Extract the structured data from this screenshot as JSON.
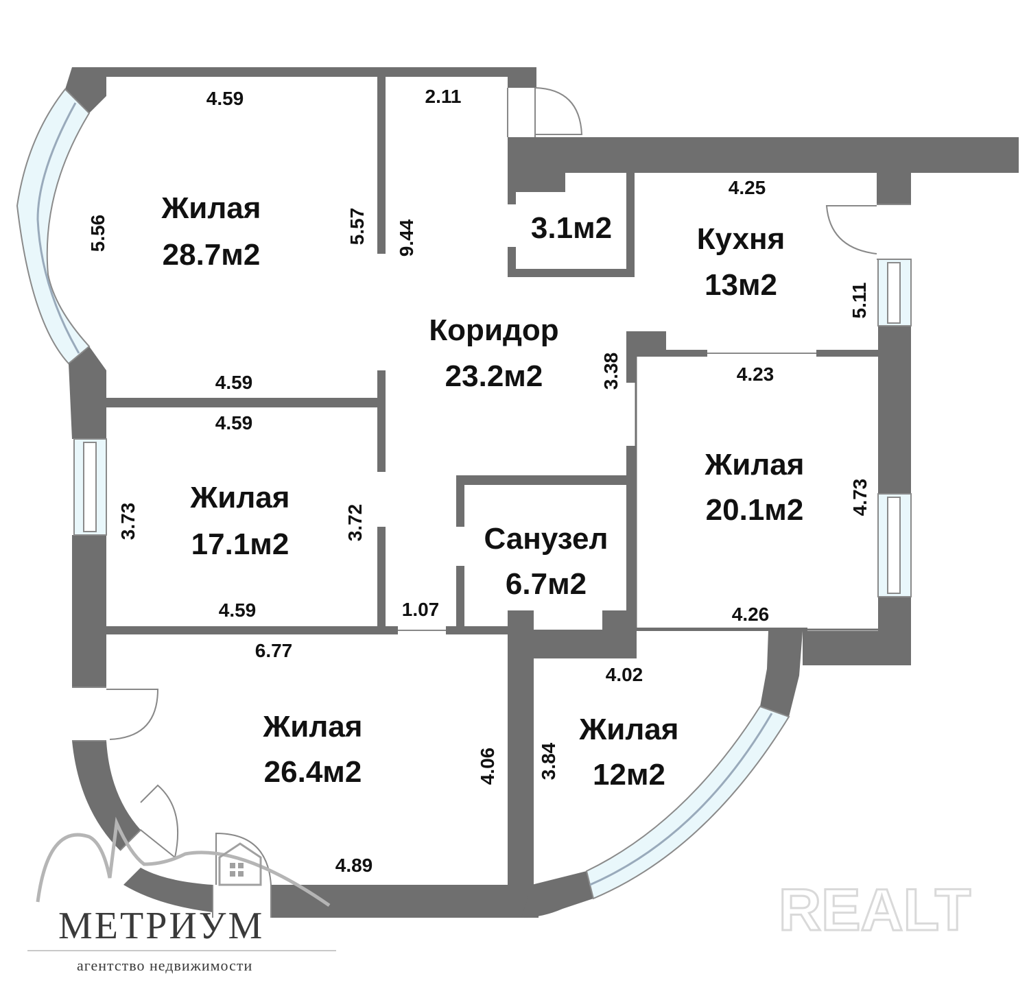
{
  "colors": {
    "wall": "#6f6f6f",
    "window_glass": "#e9f7fb",
    "door": "#888888",
    "text": "#111111"
  },
  "rooms": {
    "living_nw": {
      "name": "Жилая",
      "area": "28.7м2",
      "dims": {
        "top": "4.59",
        "left": "5.56",
        "right": "5.57",
        "bottom": "4.59"
      }
    },
    "closet": {
      "area": "3.1м2"
    },
    "kitchen": {
      "name": "Кухня",
      "area": "13м2",
      "dims": {
        "top": "4.25",
        "right": "5.11",
        "bottom": "4.23"
      }
    },
    "corridor": {
      "name": "Коридор",
      "area": "23.2м2",
      "dims": {
        "top": "2.11",
        "length": "9.44",
        "side": "3.38",
        "bottom": "1.07"
      }
    },
    "living_w": {
      "name": "Жилая",
      "area": "17.1м2",
      "dims": {
        "top": "4.59",
        "left": "3.73",
        "right": "3.72",
        "bottom": "4.59"
      }
    },
    "bathroom": {
      "name": "Санузел",
      "area": "6.7м2"
    },
    "living_e": {
      "name": "Жилая",
      "area": "20.1м2",
      "dims": {
        "right": "4.73",
        "bottom": "4.26"
      }
    },
    "living_sw": {
      "name": "Жилая",
      "area": "26.4м2",
      "dims": {
        "top": "6.77",
        "right": "4.06",
        "bottom": "4.89"
      }
    },
    "living_s": {
      "name": "Жилая",
      "area": "12м2",
      "dims": {
        "top": "4.02",
        "left": "3.84"
      }
    }
  },
  "branding": {
    "agency": "МЕТРИУМ",
    "agency_sub": "агентство недвижимости",
    "watermark": "REALT",
    "logo_icon": "house-with-mountains-logo"
  }
}
